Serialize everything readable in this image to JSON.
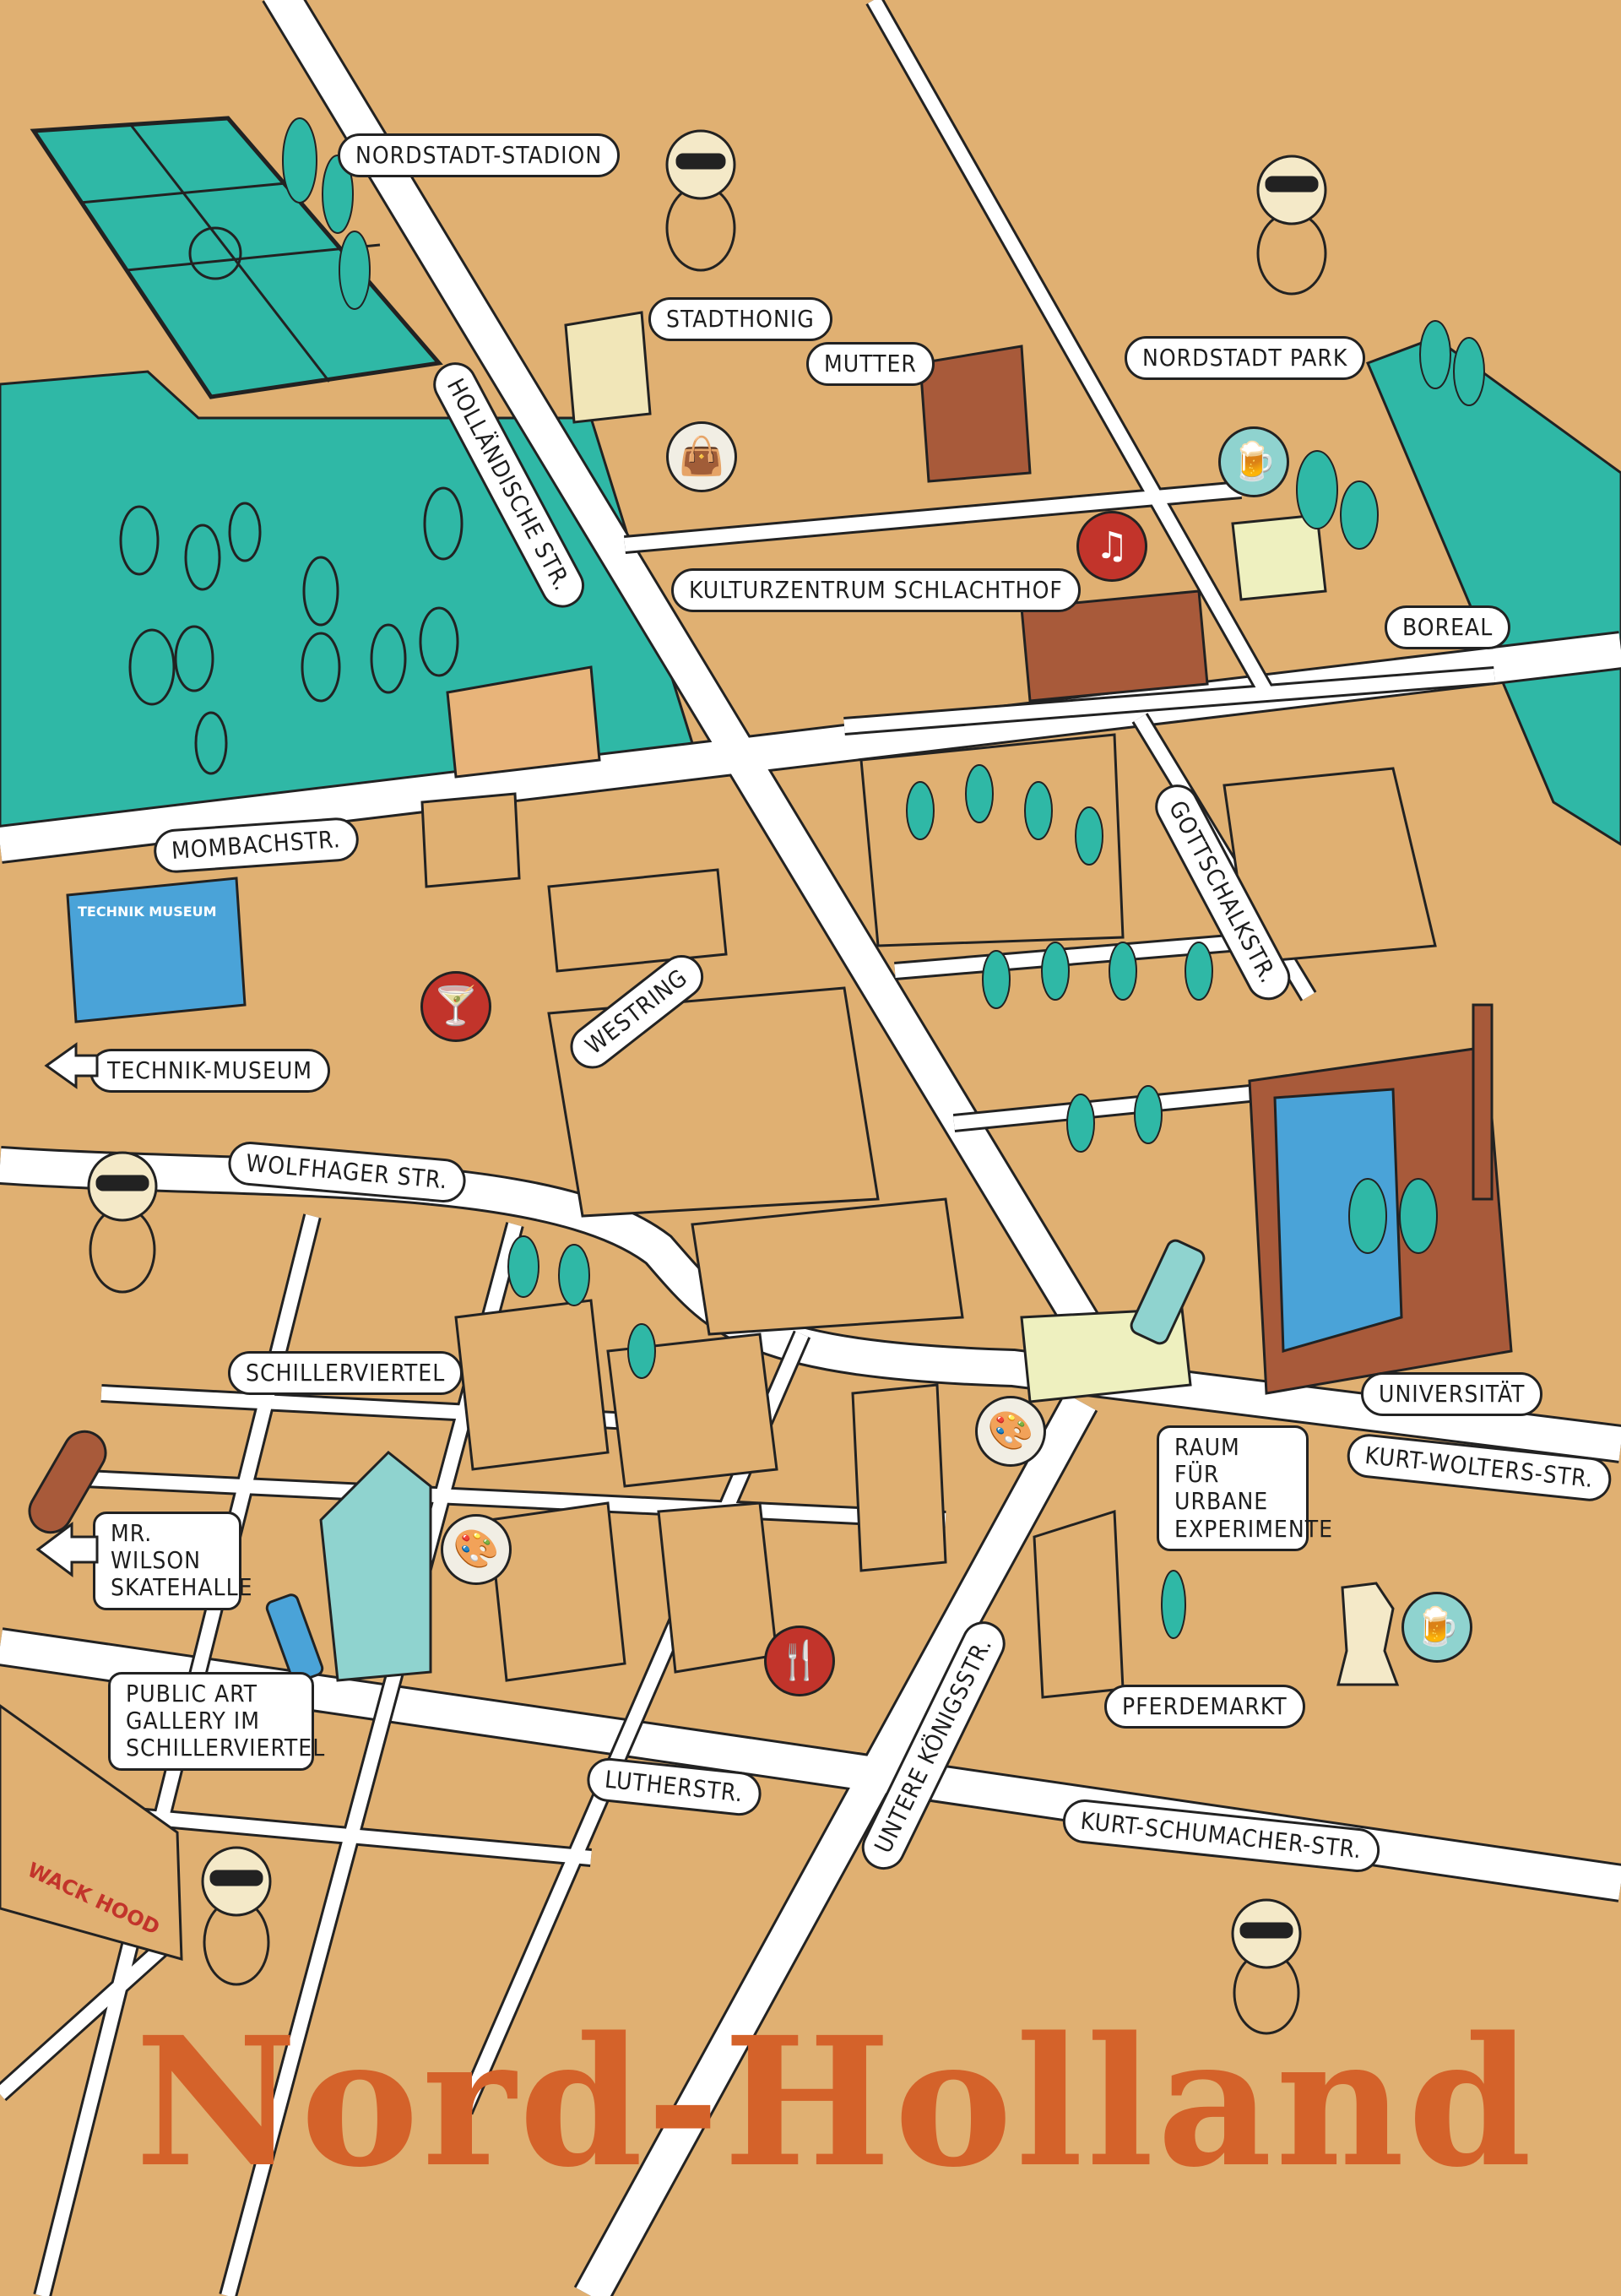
{
  "title": "Nord-Holland",
  "colors": {
    "background": "#e0b072",
    "park": "#2fb8a6",
    "road": "#ffffff",
    "outline": "#222222",
    "accent_orange": "#d4622a",
    "poi_red": "#c2342b",
    "poi_teal": "#8fd3cf"
  },
  "places": {
    "nordstadt_stadion": "NORDSTADT-STADION",
    "stadthonig": "STADTHONIG",
    "mutter": "MUTTER",
    "nordstadt_park": "NORDSTADT PARK",
    "kulturzentrum": "KULTURZENTRUM SCHLACHTHOF",
    "boreal": "BOREAL",
    "technik_museum": "TECHNIK-MUSEUM",
    "technik_museum_building": "TECHNIK MUSEUM",
    "schillerviertel": "SCHILLERVIERTEL",
    "universitaet": "UNIVERSITÄT",
    "raum_lines": [
      "RAUM FÜR",
      "URBANE",
      "EXPERIMENTE"
    ],
    "skatehalle_lines": [
      "MR. WILSON",
      "SKATEHALLE"
    ],
    "pferdemarkt": "PFERDEMARKT",
    "public_art_lines": [
      "PUBLIC ART",
      "GALLERY IM",
      "SCHILLERVIERTEL"
    ],
    "graffiti_wall": "WACK HOOD"
  },
  "streets": {
    "hollaendische": "HOLLÄNDISCHE STR.",
    "mombach": "MOMBACHSTR.",
    "westring": "WESTRING",
    "gottschalk": "GOTTSCHALKSTR.",
    "wolfhager": "WOLFHAGER STR.",
    "kurt_wolters": "KURT-WOLTERS-STR.",
    "luther": "LUTHERSTR.",
    "untere_koenigs": "UNTERE KÖNIGSSTR.",
    "kurt_schumacher": "KURT-SCHUMACHER-STR."
  },
  "poi_icons": {
    "shopping": "shopping-bag-icon",
    "music": "music-note-icon",
    "beer_park": "beer-mug-icon",
    "cocktail": "cocktail-glass-icon",
    "art_school": "paint-palette-icon",
    "art_public": "paint-palette-icon",
    "restaurant": "fork-knife-icon",
    "beer_pferdemarkt": "beer-mug-icon"
  }
}
